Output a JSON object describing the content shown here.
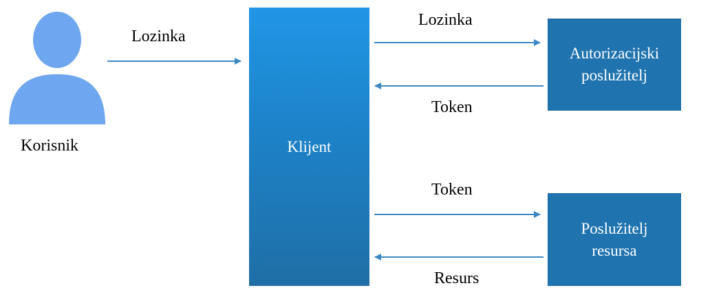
{
  "colors": {
    "user_icon": "#6ea6f0",
    "arrow": "#3b88c4",
    "box_dark": "#1f73ae",
    "client_top": "#2196e6",
    "client_bottom": "#1f6fa6",
    "box_text": "#ffffff"
  },
  "nodes": {
    "user": {
      "label": "Korisnik",
      "icon": "user-icon"
    },
    "client": {
      "label": "Klijent"
    },
    "auth_server": {
      "label": "Autorizacijski\nposlužitelj"
    },
    "resource_server": {
      "label": "Poslužitelj\nresursa"
    }
  },
  "edges": [
    {
      "from": "user",
      "to": "client",
      "label": "Lozinka"
    },
    {
      "from": "client",
      "to": "auth_server",
      "label": "Lozinka"
    },
    {
      "from": "auth_server",
      "to": "client",
      "label": "Token"
    },
    {
      "from": "client",
      "to": "resource_server",
      "label": "Token"
    },
    {
      "from": "resource_server",
      "to": "client",
      "label": "Resurs"
    }
  ]
}
